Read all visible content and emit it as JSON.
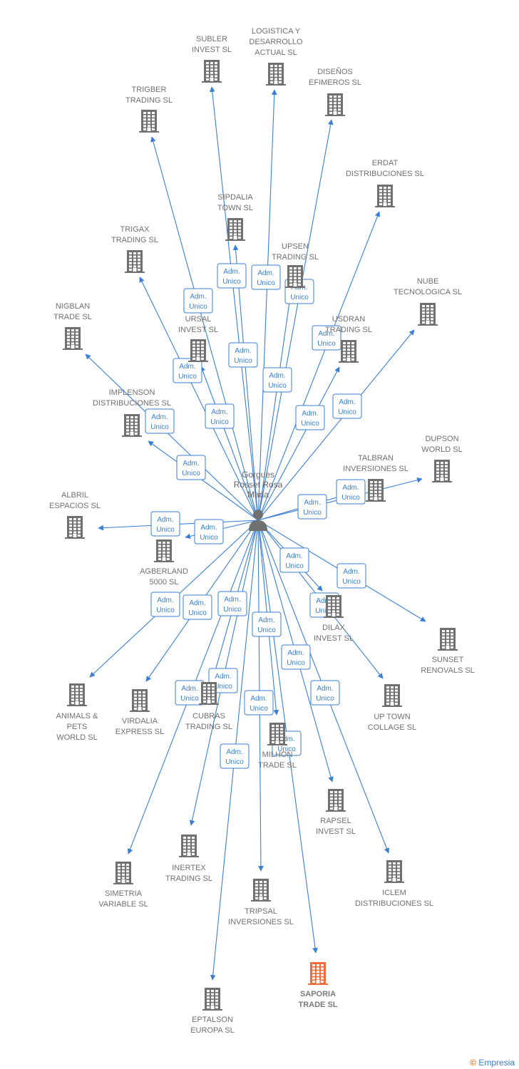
{
  "center": {
    "name_lines": [
      "Gorgues",
      "Rosset Rosa",
      "Maria"
    ]
  },
  "colors": {
    "edge": "#3a7fd5",
    "building": "#707070",
    "highlight": "#f26b3a"
  },
  "footer": {
    "copyright": "©",
    "brand": "Empresia"
  },
  "companies": [
    {
      "id": "subler",
      "lines": [
        "SUBLER",
        "INVEST SL"
      ],
      "role": [
        "Adm.",
        "Unico"
      ]
    },
    {
      "id": "logistica",
      "lines": [
        "LOGISTICA Y",
        "DESARROLLO",
        "ACTUAL SL"
      ],
      "role": [
        "Adm.",
        "Unico"
      ]
    },
    {
      "id": "disenos",
      "lines": [
        "DISEÑOS",
        "EFIMEROS SL"
      ],
      "role": [
        "Adm.",
        "Unico"
      ]
    },
    {
      "id": "trigber",
      "lines": [
        "TRIGBER",
        "TRADING SL"
      ],
      "role": [
        "Adm.",
        "Unico"
      ]
    },
    {
      "id": "erdat",
      "lines": [
        "ERDAT",
        "DISTRIBUCIONES SL"
      ],
      "role": [
        "Adm.",
        "Unico"
      ]
    },
    {
      "id": "sipdalia",
      "lines": [
        "SIPDALIA",
        "TOWN SL"
      ],
      "role": [
        "Adm.",
        "Unico"
      ]
    },
    {
      "id": "trigax",
      "lines": [
        "TRIGAX",
        "TRADING SL"
      ],
      "role": [
        "Adm.",
        "Unico"
      ]
    },
    {
      "id": "upsen",
      "lines": [
        "UPSEN",
        "TRADING SL"
      ],
      "role": [
        "Adm.",
        "Unico"
      ]
    },
    {
      "id": "nube",
      "lines": [
        "NUBE",
        "TECNOLOGICA SL"
      ],
      "role": [
        "Adm.",
        "Unico"
      ]
    },
    {
      "id": "nigblan",
      "lines": [
        "NIGBLAN",
        "TRADE SL"
      ],
      "role": [
        "Adm.",
        "Unico"
      ]
    },
    {
      "id": "ursal",
      "lines": [
        "URSAL",
        "INVEST SL"
      ],
      "role": [
        "Adm.",
        "Unico"
      ]
    },
    {
      "id": "usdran",
      "lines": [
        "USDRAN",
        "TRADING SL"
      ],
      "role": [
        "Adm.",
        "Unico"
      ]
    },
    {
      "id": "implenson",
      "lines": [
        "IMPLENSON",
        "DISTRIBUCIONES SL"
      ],
      "role": [
        "Adm.",
        "Unico"
      ]
    },
    {
      "id": "dupson",
      "lines": [
        "DUPSON",
        "WORLD SL"
      ],
      "role": [
        "Adm.",
        "Unico"
      ]
    },
    {
      "id": "talbran",
      "lines": [
        "TALBRAN",
        "INVERSIONES SL"
      ],
      "role": [
        "Adm.",
        "Unico"
      ]
    },
    {
      "id": "albril",
      "lines": [
        "ALBRIL",
        "ESPACIOS SL"
      ],
      "role": [
        "Adm.",
        "Unico"
      ]
    },
    {
      "id": "agberland",
      "lines": [
        "AGBERLAND",
        "5000 SL"
      ],
      "role": [
        "Adm.",
        "Unico"
      ]
    },
    {
      "id": "dilax",
      "lines": [
        "DILAX",
        "INVEST SL"
      ],
      "role": [
        "Adm.",
        "Unico"
      ]
    },
    {
      "id": "sunset",
      "lines": [
        "SUNSET",
        "RENOVALS SL"
      ],
      "role": [
        "Adm.",
        "Unico"
      ]
    },
    {
      "id": "animals",
      "lines": [
        "ANIMALS &",
        "PETS",
        "WORLD SL"
      ],
      "role": [
        "Adm.",
        "Unico"
      ]
    },
    {
      "id": "virdalia",
      "lines": [
        "VIRDALIA",
        "EXPRESS SL"
      ],
      "role": [
        "Adm.",
        "Unico"
      ]
    },
    {
      "id": "cubras",
      "lines": [
        "CUBRAS",
        "TRADING SL"
      ],
      "role": [
        "Adm.",
        "Unico"
      ]
    },
    {
      "id": "uptown",
      "lines": [
        "UP TOWN",
        "COLLAGE SL"
      ],
      "role": [
        "Adm.",
        "Unico"
      ]
    },
    {
      "id": "milhon",
      "lines": [
        "MILHON",
        "TRADE SL"
      ],
      "role": [
        "Adm.",
        "Unico"
      ]
    },
    {
      "id": "rapsel",
      "lines": [
        "RAPSEL",
        "INVEST SL"
      ],
      "role": [
        "Adm.",
        "Unico"
      ]
    },
    {
      "id": "inertex",
      "lines": [
        "INERTEX",
        "TRADING SL"
      ],
      "role": [
        "Adm.",
        "Unico"
      ]
    },
    {
      "id": "simetria",
      "lines": [
        "SIMETRIA",
        "VARIABLE SL"
      ],
      "role": [
        "Adm.",
        "Unico"
      ]
    },
    {
      "id": "tripsal",
      "lines": [
        "TRIPSAL",
        "INVERSIONES SL"
      ],
      "role": [
        "Adm.",
        "Unico"
      ]
    },
    {
      "id": "iclem",
      "lines": [
        "ICLEM",
        "DISTRIBUCIONES SL"
      ],
      "role": [
        "Adm.",
        "Unico"
      ]
    },
    {
      "id": "saporia",
      "lines": [
        "SAPORIA",
        "TRADE  SL"
      ],
      "role": [
        "Adm.",
        "Unico"
      ],
      "highlight": true
    },
    {
      "id": "eptalson",
      "lines": [
        "EPTALSON",
        "EUROPA SL"
      ],
      "role": [
        "Adm.",
        "Unico"
      ]
    }
  ]
}
